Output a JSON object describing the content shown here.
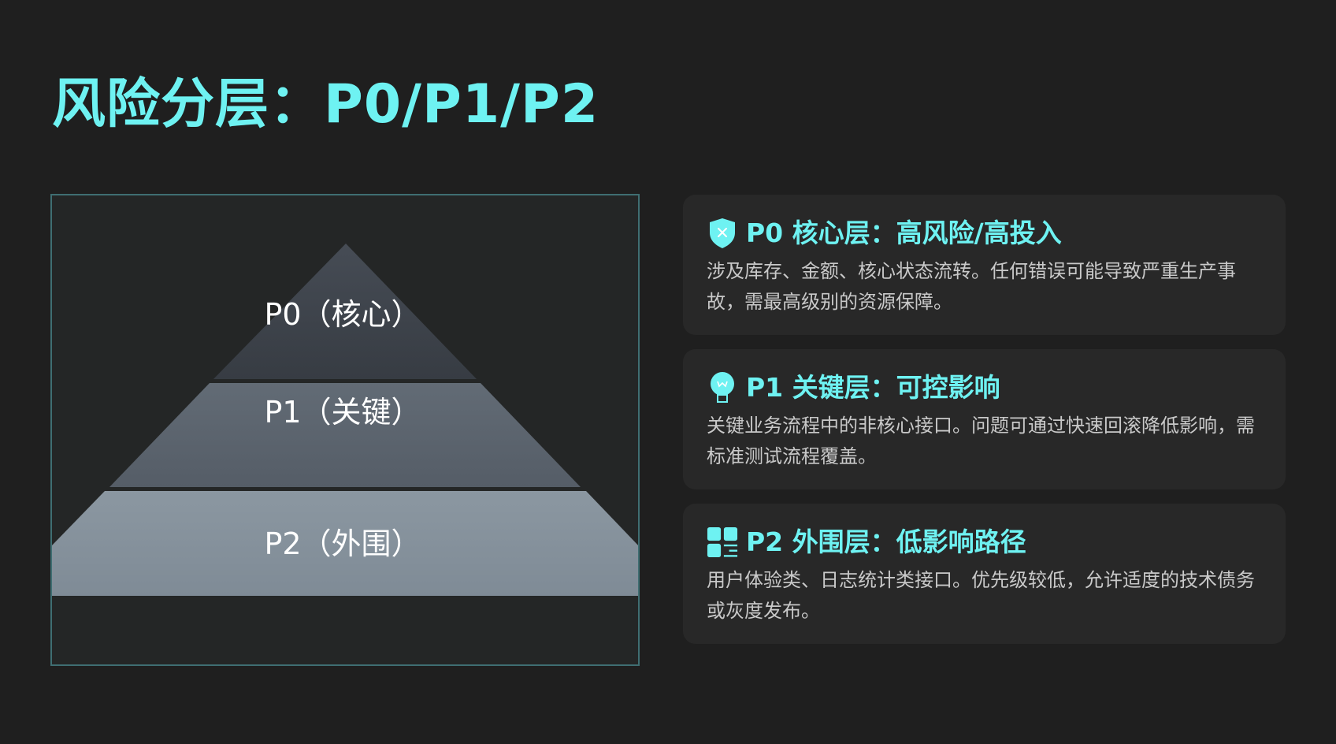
{
  "slide": {
    "title": "风险分层：P0/P1/P2",
    "accent_color": "#6ef2f2",
    "background_color": "#1f1f1f"
  },
  "pyramid": {
    "tiers": [
      {
        "label": "P0（核心）",
        "color": "#3a3f47"
      },
      {
        "label": "P1（关键）",
        "color": "#5a636d"
      },
      {
        "label": "P2（外围）",
        "color": "#85919c"
      }
    ]
  },
  "cards": [
    {
      "icon": "shield-icon",
      "title": "P0 核心层：高风险/高投入",
      "body": "涉及库存、金额、核心状态流转。任何错误可能导致严重生产事故，需最高级别的资源保障。"
    },
    {
      "icon": "lightbulb-icon",
      "title": "P1 关键层：可控影响",
      "body": "关键业务流程中的非核心接口。问题可通过快速回滚降低影响，需标准测试流程覆盖。"
    },
    {
      "icon": "grid-list-icon",
      "title": "P2 外围层：低影响路径",
      "body": "用户体验类、日志统计类接口。优先级较低，允许适度的技术债务或灰度发布。"
    }
  ]
}
